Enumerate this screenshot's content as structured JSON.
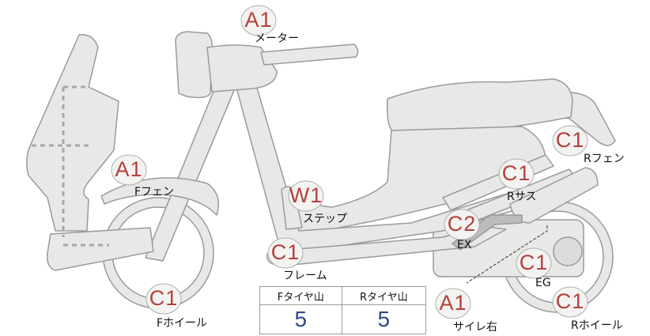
{
  "diagram": {
    "colors": {
      "part_fill": "#e8e8e6",
      "part_stroke": "#9a9a98",
      "badge_fill": "#f3f3f1",
      "badge_text": "#b5403b",
      "value_text": "#2f4a86"
    },
    "parts": [
      {
        "id": "meter",
        "grade": "A1",
        "label": "メーター"
      },
      {
        "id": "f-fender",
        "grade": "A1",
        "label": "Fフェン"
      },
      {
        "id": "step",
        "grade": "W1",
        "label": "ステップ"
      },
      {
        "id": "frame",
        "grade": "C1",
        "label": "フレーム"
      },
      {
        "id": "f-wheel",
        "grade": "C1",
        "label": "Fホイール"
      },
      {
        "id": "r-fender",
        "grade": "C1",
        "label": "Rフェン"
      },
      {
        "id": "r-sus",
        "grade": "C1",
        "label": "Rサス"
      },
      {
        "id": "ex",
        "grade": "C2",
        "label": "EX"
      },
      {
        "id": "eg",
        "grade": "C1",
        "label": "EG"
      },
      {
        "id": "r-wheel",
        "grade": "C1",
        "label": "Rホイール"
      },
      {
        "id": "muffler-right",
        "grade": "A1",
        "label": "サイレ右"
      }
    ],
    "tyre_table": {
      "headers": [
        "Fタイヤ山",
        "Rタイヤ山"
      ],
      "values": [
        "5",
        "5"
      ]
    }
  }
}
